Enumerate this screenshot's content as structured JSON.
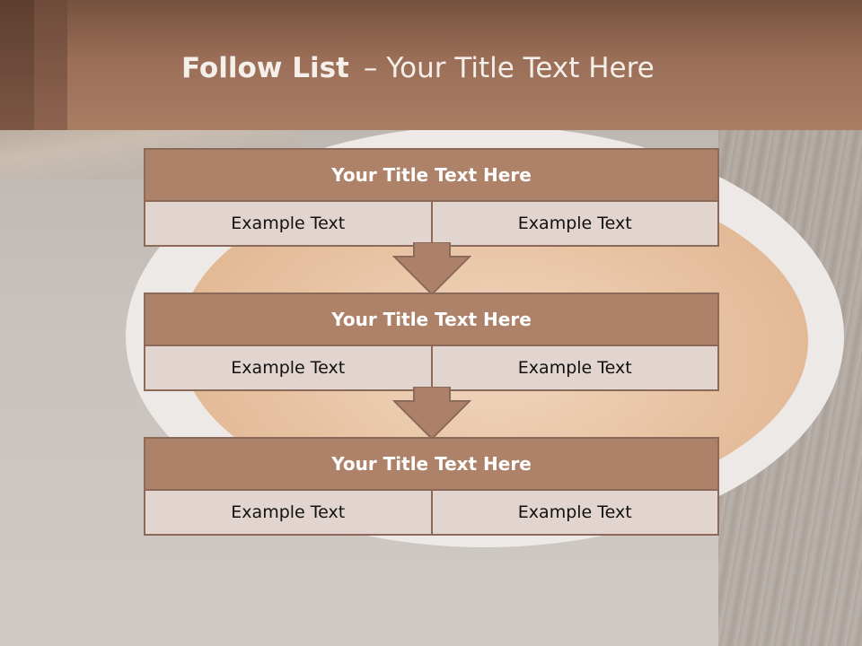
{
  "slide": {
    "title_bold": "Follow List",
    "title_sep": "–",
    "title_rest": "Your Title Text Here"
  },
  "steps": [
    {
      "title": "Your Title Text Here",
      "cells": [
        "Example Text",
        "Example Text"
      ]
    },
    {
      "title": "Your Title Text Here",
      "cells": [
        "Example Text",
        "Example Text"
      ]
    },
    {
      "title": "Your Title Text Here",
      "cells": [
        "Example Text",
        "Example Text"
      ]
    }
  ],
  "colors": {
    "header": "#9a6e57",
    "block_title": "#ae8169",
    "block_cell": "#e2d4cf",
    "border": "#8c6a59"
  }
}
